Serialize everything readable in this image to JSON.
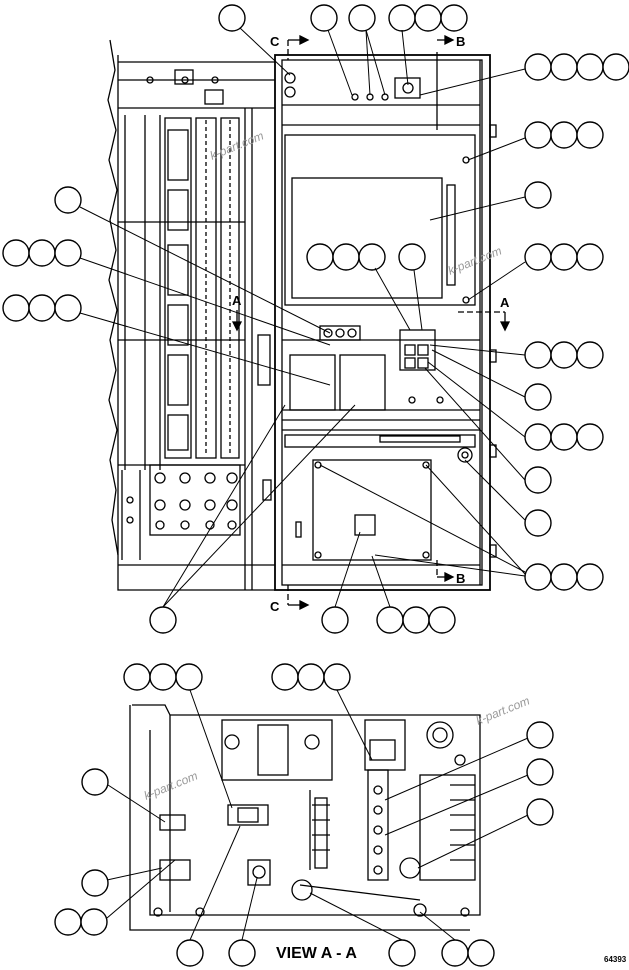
{
  "drawing": {
    "view_label": "VIEW A - A",
    "figure_number": "64393",
    "watermark": "k-part.com",
    "section_marks": {
      "a": "A",
      "b": "B",
      "c": "C"
    }
  }
}
